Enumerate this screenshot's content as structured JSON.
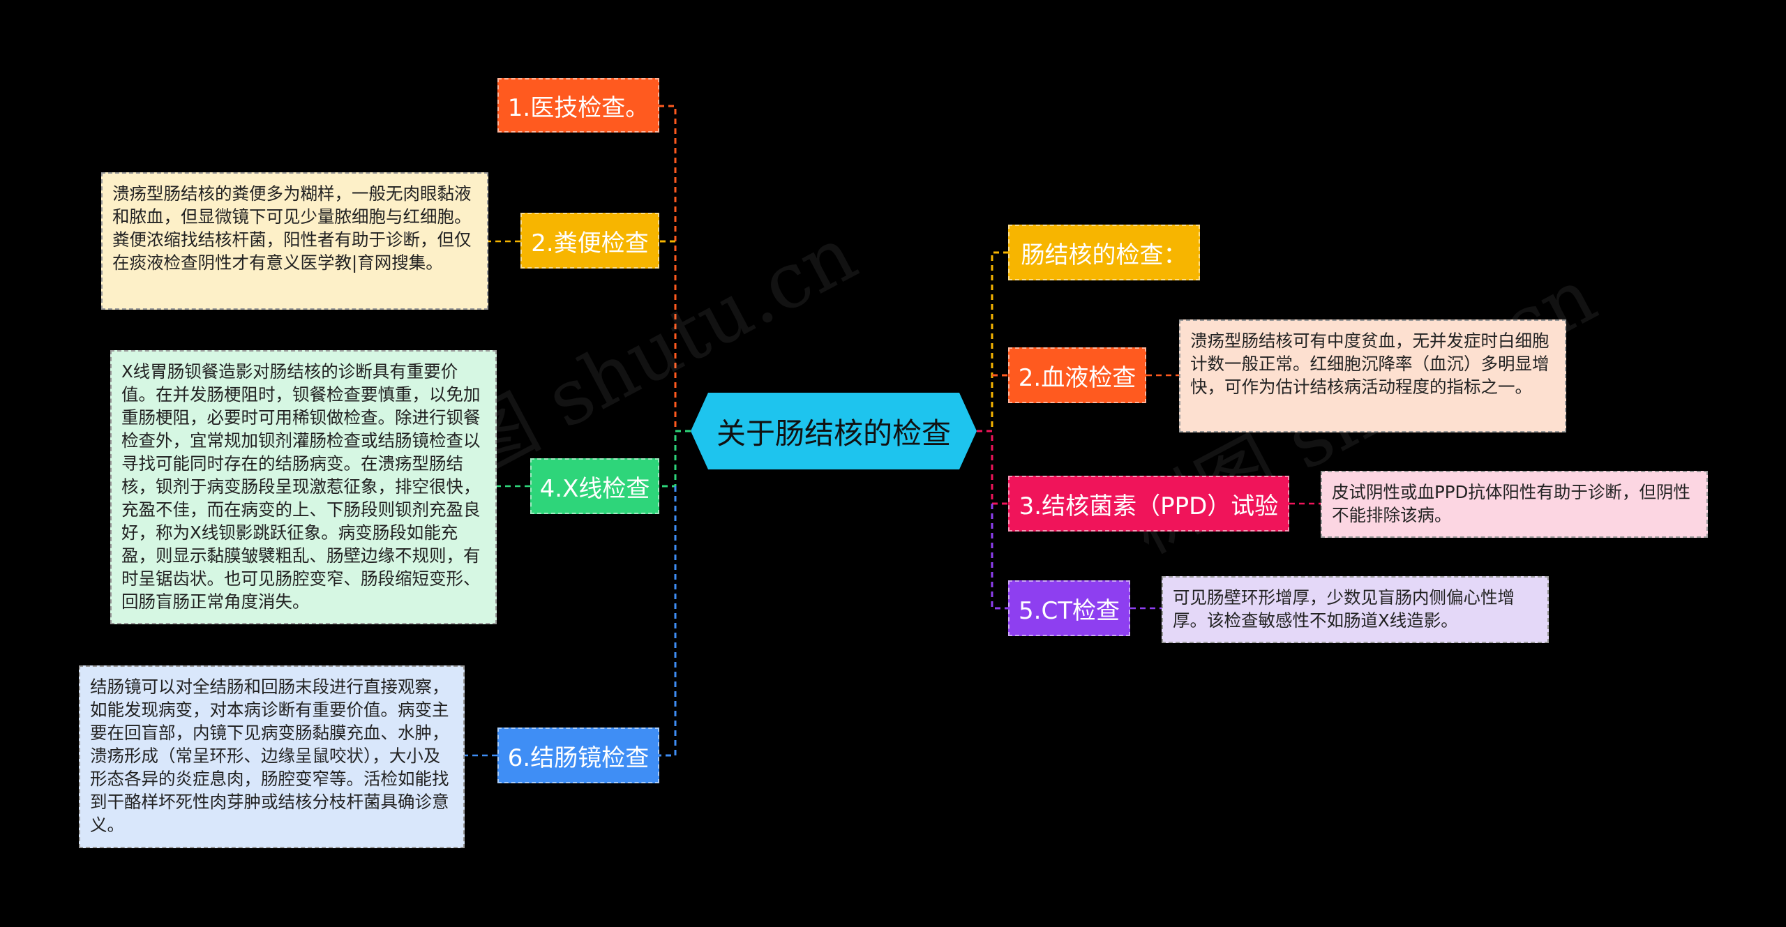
{
  "root": {
    "label": "关于肠结核的检查"
  },
  "left": [
    {
      "label": "1.医技检查。",
      "color": "#ff5a1f"
    },
    {
      "label": "2.粪便检查",
      "color": "#f7b500",
      "note": "溃疡型肠结核的粪便多为糊样，一般无肉眼黏液和脓血，但显微镜下可见少量脓细胞与红细胞。粪便浓缩找结核杆菌，阳性者有助于诊断，但仅在痰液检查阴性才有意义医学教|育网搜集。"
    },
    {
      "label": "4.X线检查",
      "color": "#2ed57a",
      "note": "X线胃肠钡餐造影对肠结核的诊断具有重要价值。在并发肠梗阻时，钡餐检查要慎重，以免加重肠梗阻，必要时可用稀钡做检查。除进行钡餐检查外，宜常规加钡剂灌肠检查或结肠镜检查以寻找可能同时存在的结肠病变。在溃疡型肠结核，钡剂于病变肠段呈现激惹征象，排空很快，充盈不佳，而在病变的上、下肠段则钡剂充盈良好，称为X线钡影跳跃征象。病变肠段如能充盈，则显示黏膜皱襞粗乱、肠壁边缘不规则，有时呈锯齿状。也可见肠腔变窄、肠段缩短变形、回肠盲肠正常角度消失。"
    },
    {
      "label": "6.结肠镜检查",
      "color": "#3f8ef5",
      "note": "结肠镜可以对全结肠和回肠末段进行直接观察，如能发现病变，对本病诊断有重要价值。病变主要在回盲部，内镜下见病变肠黏膜充血、水肿，溃疡形成（常呈环形、边缘呈鼠咬状），大小及形态各异的炎症息肉，肠腔变窄等。活检如能找到干酪样坏死性肉芽肿或结核分枝杆菌具确诊意义。"
    }
  ],
  "right": [
    {
      "label": "肠结核的检查：",
      "color": "#f7b500"
    },
    {
      "label": "2.血液检查",
      "color": "#ff5a1f",
      "note": "溃疡型肠结核可有中度贫血，无并发症时白细胞计数一般正常。红细胞沉降率（血沉）多明显增快，可作为估计结核病活动程度的指标之一。"
    },
    {
      "label": "3.结核菌素（PPD）试验",
      "color": "#f0145a",
      "note": "皮试阴性或血PPD抗体阳性有助于诊断，但阴性不能排除该病。"
    },
    {
      "label": "5.CT检查",
      "color": "#8e3ff0",
      "note": "可见肠壁环形增厚，少数见盲肠内侧偏心性增厚。该检查敏感性不如肠道X线造影。"
    }
  ],
  "watermark": [
    "树图 shutu.cn",
    "树图 shutu.cn"
  ]
}
